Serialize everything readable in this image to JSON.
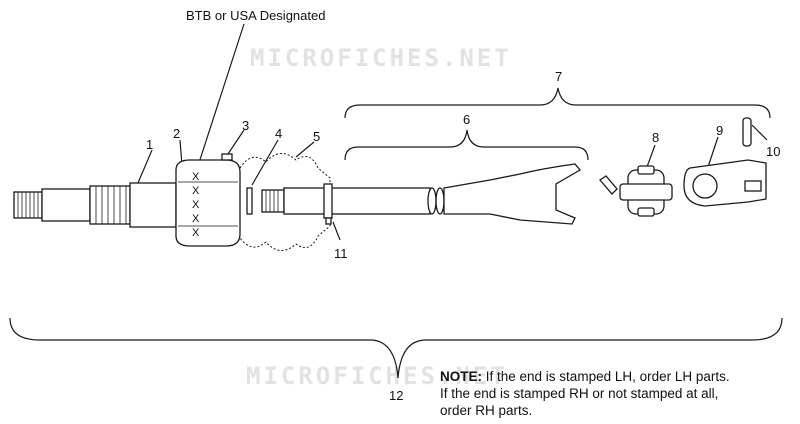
{
  "watermark": "MICROFICHES.NET",
  "header_label": "BTB or USA Designated",
  "callouts": {
    "c1": "1",
    "c2": "2",
    "c3": "3",
    "c4": "4",
    "c5": "5",
    "c6": "6",
    "c7": "7",
    "c8": "8",
    "c9": "9",
    "c10": "10",
    "c11": "11",
    "c12": "12"
  },
  "note": {
    "label": "NOTE:",
    "text": "If the end is stamped LH, order LH parts.  If the end is stamped RH or not stamped at all, order RH parts."
  },
  "stamp_marks": [
    "X",
    "X",
    "X",
    "X",
    "X"
  ]
}
